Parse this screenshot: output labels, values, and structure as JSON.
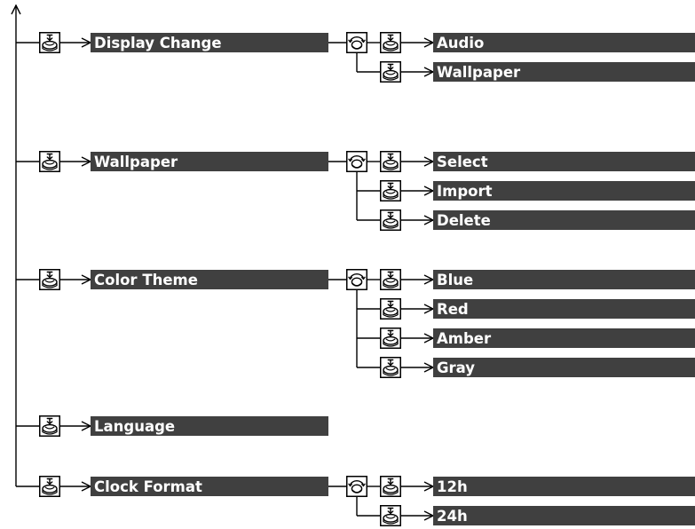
{
  "menu": [
    {
      "label": "Display Change",
      "sub": [
        "Audio",
        "Wallpaper"
      ]
    },
    {
      "label": "Wallpaper",
      "sub": [
        "Select",
        "Import",
        "Delete"
      ]
    },
    {
      "label": "Color Theme",
      "sub": [
        "Blue",
        "Red",
        "Amber",
        "Gray"
      ]
    },
    {
      "label": "Language",
      "sub": []
    },
    {
      "label": "Clock Format",
      "sub": [
        "12h",
        "24h"
      ]
    }
  ],
  "icons": {
    "press": "press-button-icon",
    "rotate": "rotate-knob-icon"
  },
  "colors": {
    "bar": "#404040",
    "line": "#000000",
    "label_text": "#ffffff",
    "background": "#ffffff"
  }
}
